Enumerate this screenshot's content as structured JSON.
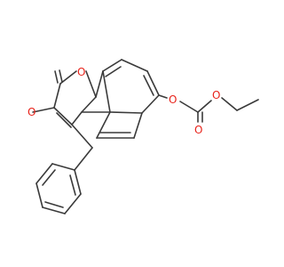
{
  "molecule": {
    "atoms": [
      {
        "id": "o-carbonyl-lactone",
        "symbol": "O",
        "color": "#e8221a"
      },
      {
        "id": "o-ring",
        "symbol": "O",
        "color": "#e8221a"
      },
      {
        "id": "o-ether",
        "symbol": "O",
        "color": "#e8221a"
      },
      {
        "id": "o-ester-carbonyl",
        "symbol": "O",
        "color": "#e8221a"
      },
      {
        "id": "o-ester",
        "symbol": "O",
        "color": "#e8221a"
      }
    ],
    "bond_color": "#3a3a3a"
  }
}
